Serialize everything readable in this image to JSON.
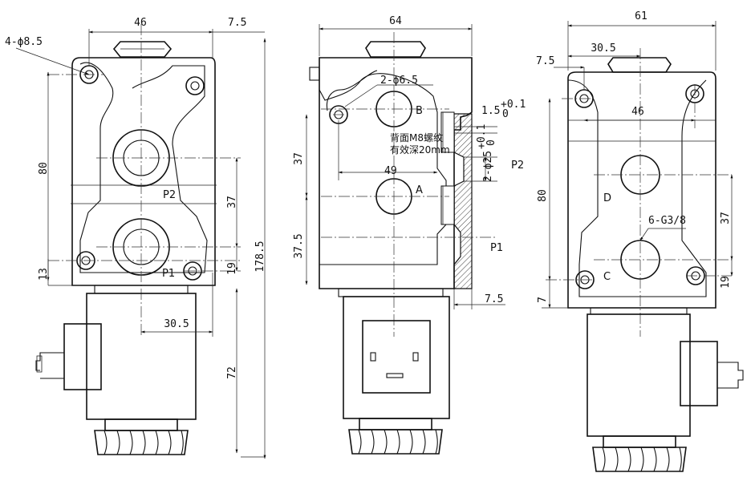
{
  "left_view": {
    "dim_width_top": "46",
    "dim_offset_top": "7.5",
    "hole_label": "4-ϕ8.5",
    "dim_height_body": "80",
    "dim_bottom_offset": "13",
    "port_p2": "P2",
    "port_p1": "P1",
    "dim_port_spacing": "37",
    "dim_port_bottom": "19",
    "dim_total_height": "178.5",
    "dim_port_x": "30.5",
    "dim_coil_height": "72"
  },
  "middle_view": {
    "dim_width_top": "64",
    "hole_label": "2-ϕ6.5",
    "port_b": "B",
    "port_a": "A",
    "dim_49": "49",
    "dim_37": "37",
    "dim_37_5": "37.5",
    "note_line1": "背面M8螺纹",
    "note_line2": "有效深20mm",
    "dim_recess": "1.5",
    "tol_recess_upper": "+0.1",
    "tol_recess_lower": "0",
    "dim_bore": "2-ϕ25",
    "tol_bore_upper": "+0.1",
    "tol_bore_lower": "0",
    "port_p2": "P2",
    "port_p1": "P1",
    "dim_7_5": "7.5"
  },
  "right_view": {
    "dim_width_top": "61",
    "dim_30_5": "30.5",
    "dim_7_5": "7.5",
    "dim_46": "46",
    "dim_80": "80",
    "port_d": "D",
    "port_c": "C",
    "thread_label": "6-G3/8",
    "dim_37": "37",
    "dim_19": "19",
    "dim_7": "7"
  }
}
